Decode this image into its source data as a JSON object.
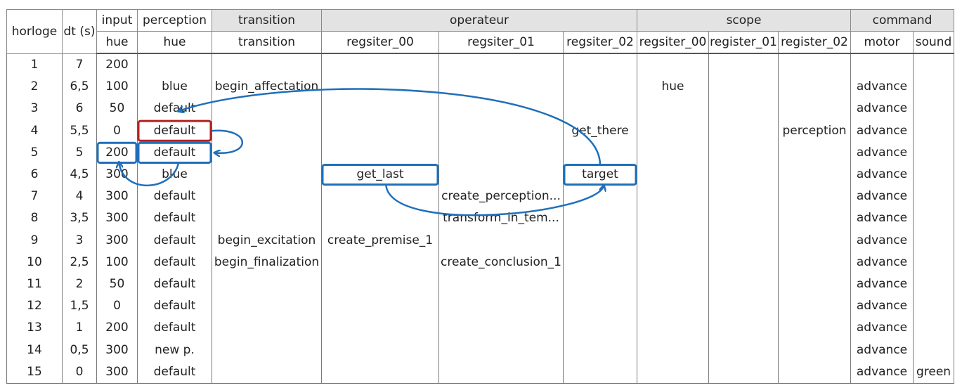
{
  "header": {
    "groups": {
      "horloge": "horloge",
      "dt": "dt (s)",
      "input": "input",
      "perception": "perception",
      "transition": "transition",
      "operateur": "operateur",
      "scope": "scope",
      "command": "command"
    },
    "sub": [
      "hue",
      "hue",
      "transition",
      "regsiter_00",
      "regsiter_01",
      "regsiter_02",
      "regsiter_00",
      "register_01",
      "register_02",
      "motor",
      "sound"
    ]
  },
  "rows": [
    {
      "horloge": "1",
      "dt": "7",
      "hue_in": "200",
      "hue_per": "",
      "transition": "",
      "op0": "",
      "op1": "",
      "op2": "",
      "sc0": "",
      "sc1": "",
      "sc2": "",
      "motor": "",
      "sound": ""
    },
    {
      "horloge": "2",
      "dt": "6,5",
      "hue_in": "100",
      "hue_per": "blue",
      "transition": "begin_affectation",
      "op0": "",
      "op1": "",
      "op2": "",
      "sc0": "hue",
      "sc1": "",
      "sc2": "",
      "motor": "advance",
      "sound": ""
    },
    {
      "horloge": "3",
      "dt": "6",
      "hue_in": "50",
      "hue_per": "default",
      "transition": "",
      "op0": "",
      "op1": "",
      "op2": "",
      "sc0": "",
      "sc1": "",
      "sc2": "",
      "motor": "advance",
      "sound": ""
    },
    {
      "horloge": "4",
      "dt": "5,5",
      "hue_in": "0",
      "hue_per": "default",
      "transition": "",
      "op0": "",
      "op1": "",
      "op2": "get_there",
      "sc0": "",
      "sc1": "",
      "sc2": "perception",
      "motor": "advance",
      "sound": ""
    },
    {
      "horloge": "5",
      "dt": "5",
      "hue_in": "200",
      "hue_per": "default",
      "transition": "",
      "op0": "",
      "op1": "",
      "op2": "",
      "sc0": "",
      "sc1": "",
      "sc2": "",
      "motor": "advance",
      "sound": ""
    },
    {
      "horloge": "6",
      "dt": "4,5",
      "hue_in": "300",
      "hue_per": "blue",
      "transition": "",
      "op0": "get_last",
      "op1": "",
      "op2": "target",
      "sc0": "",
      "sc1": "",
      "sc2": "",
      "motor": "advance",
      "sound": ""
    },
    {
      "horloge": "7",
      "dt": "4",
      "hue_in": "300",
      "hue_per": "default",
      "transition": "",
      "op0": "",
      "op1": "create_perception...",
      "op2": "",
      "sc0": "",
      "sc1": "",
      "sc2": "",
      "motor": "advance",
      "sound": ""
    },
    {
      "horloge": "8",
      "dt": "3,5",
      "hue_in": "300",
      "hue_per": "default",
      "transition": "",
      "op0": "",
      "op1": "transform_in_tem...",
      "op2": "",
      "sc0": "",
      "sc1": "",
      "sc2": "",
      "motor": "advance",
      "sound": ""
    },
    {
      "horloge": "9",
      "dt": "3",
      "hue_in": "300",
      "hue_per": "default",
      "transition": "begin_excitation",
      "op0": "create_premise_1",
      "op1": "",
      "op2": "",
      "sc0": "",
      "sc1": "",
      "sc2": "",
      "motor": "advance",
      "sound": ""
    },
    {
      "horloge": "10",
      "dt": "2,5",
      "hue_in": "100",
      "hue_per": "default",
      "transition": "begin_finalization",
      "op0": "",
      "op1": "create_conclusion_1",
      "op2": "",
      "sc0": "",
      "sc1": "",
      "sc2": "",
      "motor": "advance",
      "sound": ""
    },
    {
      "horloge": "11",
      "dt": "2",
      "hue_in": "50",
      "hue_per": "default",
      "transition": "",
      "op0": "",
      "op1": "",
      "op2": "",
      "sc0": "",
      "sc1": "",
      "sc2": "",
      "motor": "advance",
      "sound": ""
    },
    {
      "horloge": "12",
      "dt": "1,5",
      "hue_in": "0",
      "hue_per": "default",
      "transition": "",
      "op0": "",
      "op1": "",
      "op2": "",
      "sc0": "",
      "sc1": "",
      "sc2": "",
      "motor": "advance",
      "sound": ""
    },
    {
      "horloge": "13",
      "dt": "1",
      "hue_in": "200",
      "hue_per": "default",
      "transition": "",
      "op0": "",
      "op1": "",
      "op2": "",
      "sc0": "",
      "sc1": "",
      "sc2": "",
      "motor": "advance",
      "sound": ""
    },
    {
      "horloge": "14",
      "dt": "0,5",
      "hue_in": "300",
      "hue_per": "new p.",
      "transition": "",
      "op0": "",
      "op1": "",
      "op2": "",
      "sc0": "",
      "sc1": "",
      "sc2": "",
      "motor": "advance",
      "sound": ""
    },
    {
      "horloge": "15",
      "dt": "0",
      "hue_in": "300",
      "hue_per": "default",
      "transition": "",
      "op0": "",
      "op1": "",
      "op2": "",
      "sc0": "",
      "sc1": "",
      "sc2": "",
      "motor": "advance",
      "sound": "green"
    }
  ],
  "colors": {
    "highlight_red": "#b22222",
    "highlight_blue": "#1f6fba",
    "header_fill": "#e3e3e3"
  },
  "annotations": {
    "highlights": [
      {
        "row": 4,
        "col": "hue_per",
        "color": "red"
      },
      {
        "row": 5,
        "col": "hue_in",
        "color": "blue"
      },
      {
        "row": 5,
        "col": "hue_per",
        "color": "blue"
      },
      {
        "row": 6,
        "col": "op0",
        "color": "blue"
      },
      {
        "row": 6,
        "col": "op2",
        "color": "blue"
      }
    ],
    "arrows": [
      {
        "from": {
          "row": 6,
          "col": "op2"
        },
        "to": {
          "row": 3,
          "col": "hue_per"
        }
      },
      {
        "from": {
          "row": 4,
          "col": "hue_per"
        },
        "to": {
          "row": 5,
          "col": "hue_per"
        }
      },
      {
        "from": {
          "row": 5,
          "col": "hue_per"
        },
        "to": {
          "row": 5,
          "col": "hue_in"
        }
      },
      {
        "from": {
          "row": 6,
          "col": "op0"
        },
        "to": {
          "row": 6,
          "col": "op2"
        }
      }
    ]
  }
}
